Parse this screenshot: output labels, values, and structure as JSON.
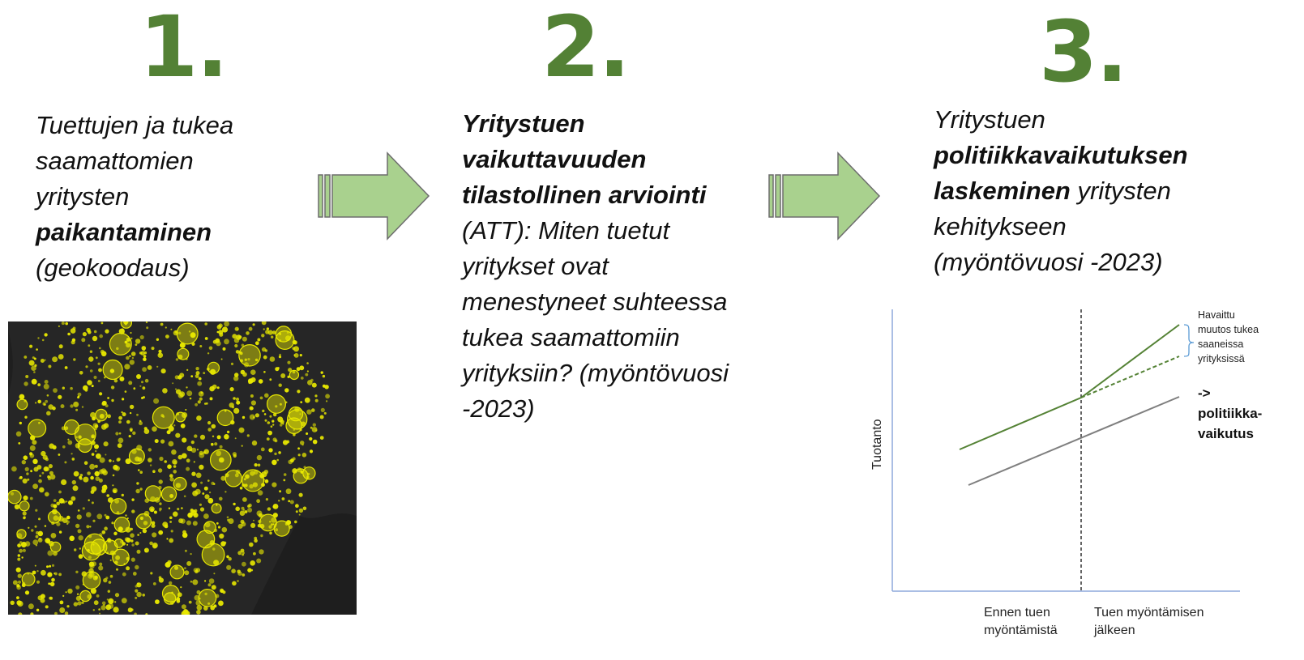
{
  "steps": [
    {
      "number": "1.",
      "lines": [
        {
          "parts": [
            {
              "text": "Tuettujen ja tukea",
              "bold": false
            }
          ]
        },
        {
          "parts": [
            {
              "text": "saamattomien",
              "bold": false
            }
          ]
        },
        {
          "parts": [
            {
              "text": "yritysten",
              "bold": false
            }
          ]
        },
        {
          "parts": [
            {
              "text": "paikantaminen",
              "bold": true
            }
          ]
        },
        {
          "parts": [
            {
              "text": "(geokoodaus)",
              "bold": false
            }
          ]
        }
      ]
    },
    {
      "number": "2.",
      "lines": [
        {
          "parts": [
            {
              "text": "Yritystuen",
              "bold": true
            }
          ]
        },
        {
          "parts": [
            {
              "text": "vaikuttavuuden",
              "bold": true
            }
          ]
        },
        {
          "parts": [
            {
              "text": "tilastollinen arviointi",
              "bold": true
            }
          ]
        },
        {
          "parts": [
            {
              "text": "(ATT): Miten tuetut",
              "bold": false
            }
          ]
        },
        {
          "parts": [
            {
              "text": "yritykset ovat",
              "bold": false
            }
          ]
        },
        {
          "parts": [
            {
              "text": "menestyneet suhteessa",
              "bold": false
            }
          ]
        },
        {
          "parts": [
            {
              "text": "tukea saamattomiin",
              "bold": false
            }
          ]
        },
        {
          "parts": [
            {
              "text": "yrityksiin? (myöntövuosi",
              "bold": false
            }
          ]
        },
        {
          "parts": [
            {
              "text": "-2023)",
              "bold": false
            }
          ]
        }
      ]
    },
    {
      "number": "3.",
      "lines": [
        {
          "parts": [
            {
              "text": "Yritystuen",
              "bold": false
            }
          ]
        },
        {
          "parts": [
            {
              "text": "politiikkavaikutuksen",
              "bold": true
            }
          ]
        },
        {
          "parts": [
            {
              "text": "laskeminen",
              "bold": true
            },
            {
              "text": " yritysten",
              "bold": false
            }
          ]
        },
        {
          "parts": [
            {
              "text": "kehitykseen",
              "bold": false
            }
          ]
        },
        {
          "parts": [
            {
              "text": "(myöntövuosi -2023)",
              "bold": false
            }
          ]
        }
      ]
    }
  ],
  "chart": {
    "y_axis_label": "Tuotanto",
    "x_labels": [
      {
        "line1": "Ennen tuen",
        "line2": "myöntämistä"
      },
      {
        "line1": "Tuen myöntämisen",
        "line2": "jälkeen"
      }
    ],
    "annotation_lines": [
      "Havaittu",
      "muutos tukea",
      "saaneissa",
      "yrityksissä"
    ],
    "policy_lines": [
      "->",
      "politiikka-",
      "vaikutus"
    ]
  },
  "colors": {
    "accent_green": "#538135",
    "arrow_fill": "#a9d18e",
    "series_green": "#548235",
    "series_gray": "#7f7f7f",
    "axis": "#8ea9db",
    "map_bg": "#262626",
    "map_dots": "#e8e800"
  }
}
